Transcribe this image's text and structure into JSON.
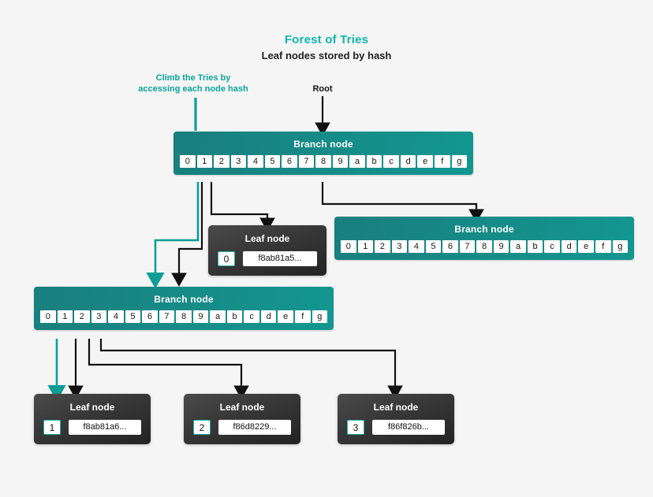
{
  "header": {
    "title": "Forest of Tries",
    "subtitle": "Leaf nodes stored by hash",
    "title_color": "#12b5ad"
  },
  "annotations": [
    {
      "name": "climb-annotation",
      "text": "Climb the Tries by\naccessing each node hash",
      "line1": "Climb the Tries by",
      "line2": "accessing each node hash",
      "color": "#0aa39c"
    },
    {
      "name": "root-annotation",
      "text": "Root",
      "color": "#111111"
    }
  ],
  "nodes": {
    "root_branch": {
      "label": "Branch node",
      "cells": [
        "0",
        "1",
        "2",
        "3",
        "4",
        "5",
        "6",
        "7",
        "8",
        "9",
        "a",
        "b",
        "c",
        "d",
        "e",
        "f",
        "g"
      ]
    },
    "right_branch": {
      "label": "Branch node",
      "cells": [
        "0",
        "1",
        "2",
        "3",
        "4",
        "5",
        "6",
        "7",
        "8",
        "9",
        "a",
        "b",
        "c",
        "d",
        "e",
        "f",
        "g"
      ]
    },
    "left_branch": {
      "label": "Branch node",
      "cells": [
        "0",
        "1",
        "2",
        "3",
        "4",
        "5",
        "6",
        "7",
        "8",
        "9",
        "a",
        "b",
        "c",
        "d",
        "e",
        "f",
        "g"
      ]
    },
    "leaf_top": {
      "label": "Leaf node",
      "index": "0",
      "hash": "f8ab81a5..."
    },
    "leaf_1": {
      "label": "Leaf node",
      "index": "1",
      "hash": "f8ab81a6..."
    },
    "leaf_2": {
      "label": "Leaf node",
      "index": "2",
      "hash": "f86d8229..."
    },
    "leaf_3": {
      "label": "Leaf node",
      "index": "3",
      "hash": "f86f826b..."
    }
  },
  "colors": {
    "teal": "#12b5ad",
    "teal_wire": "#0f9d96",
    "branch_gradient_start": "#187f7e",
    "branch_gradient_end": "#139691",
    "leaf_dark": "#232323",
    "wire_black": "#111111",
    "background": "#f5f5f5"
  }
}
